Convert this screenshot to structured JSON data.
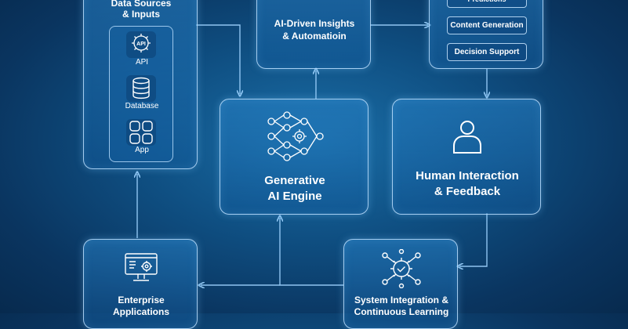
{
  "nodes": {
    "data_sources": {
      "title_line1": "Data Sources",
      "title_line2": "& Inputs",
      "items": [
        {
          "label": "API",
          "icon": "api-gear-icon"
        },
        {
          "label": "Database",
          "icon": "database-icon"
        },
        {
          "label": "App",
          "icon": "app-grid-icon"
        }
      ]
    },
    "insights": {
      "title_line1": "AI-Driven Insights",
      "title_line2": "& Automatioin"
    },
    "outputs": {
      "items": [
        {
          "label": "Predictions"
        },
        {
          "label": "Content Generation"
        },
        {
          "label": "Decision Support"
        }
      ]
    },
    "engine": {
      "title_line1": "Generative",
      "title_line2": "AI Engine",
      "icon": "neural-network-gear-icon"
    },
    "human": {
      "title_line1": "Human Interaction",
      "title_line2": "& Feedback",
      "icon": "person-icon"
    },
    "enterprise": {
      "title_line1": "Enterprise",
      "title_line2": "Applications",
      "icon": "enterprise-monitor-icon"
    },
    "integration": {
      "title_line1": "System Integration &",
      "title_line2": "Continuous Learning",
      "icon": "gear-check-network-icon"
    }
  },
  "colors": {
    "line": "#9fd3ff",
    "border": "#bfe1ff",
    "background": "#0f4f82"
  }
}
